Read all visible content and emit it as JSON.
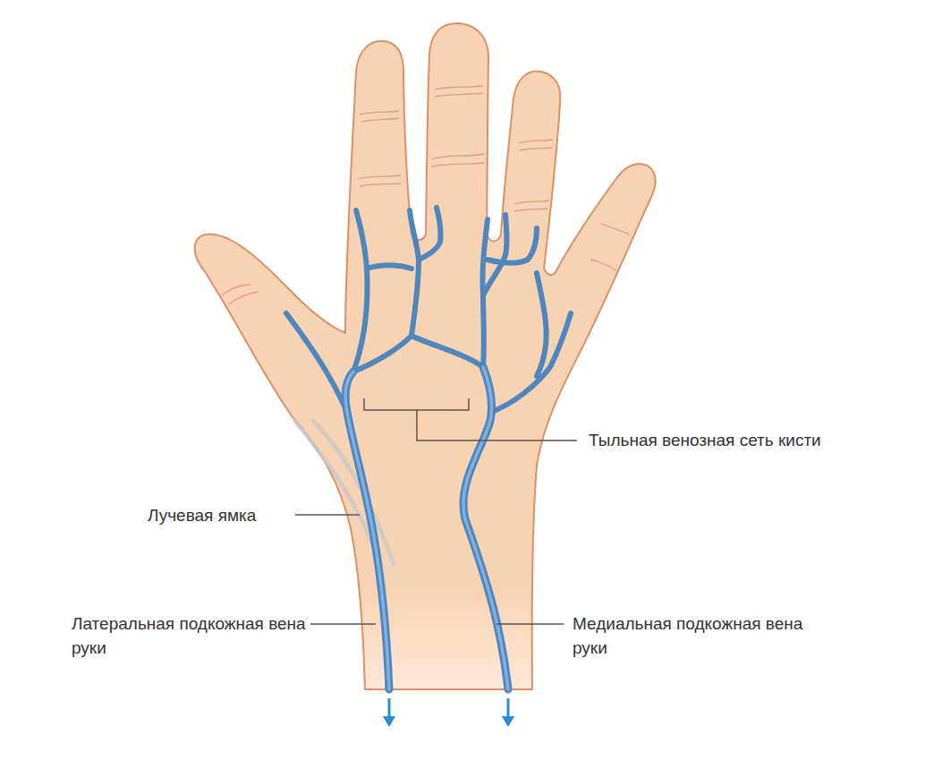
{
  "diagram": {
    "labels": [
      "Тыльная венозная сеть кисти",
      "Лучевая ямка",
      "Латеральная подкожная вена руки",
      "Медиальная подкожная вена руки"
    ]
  }
}
